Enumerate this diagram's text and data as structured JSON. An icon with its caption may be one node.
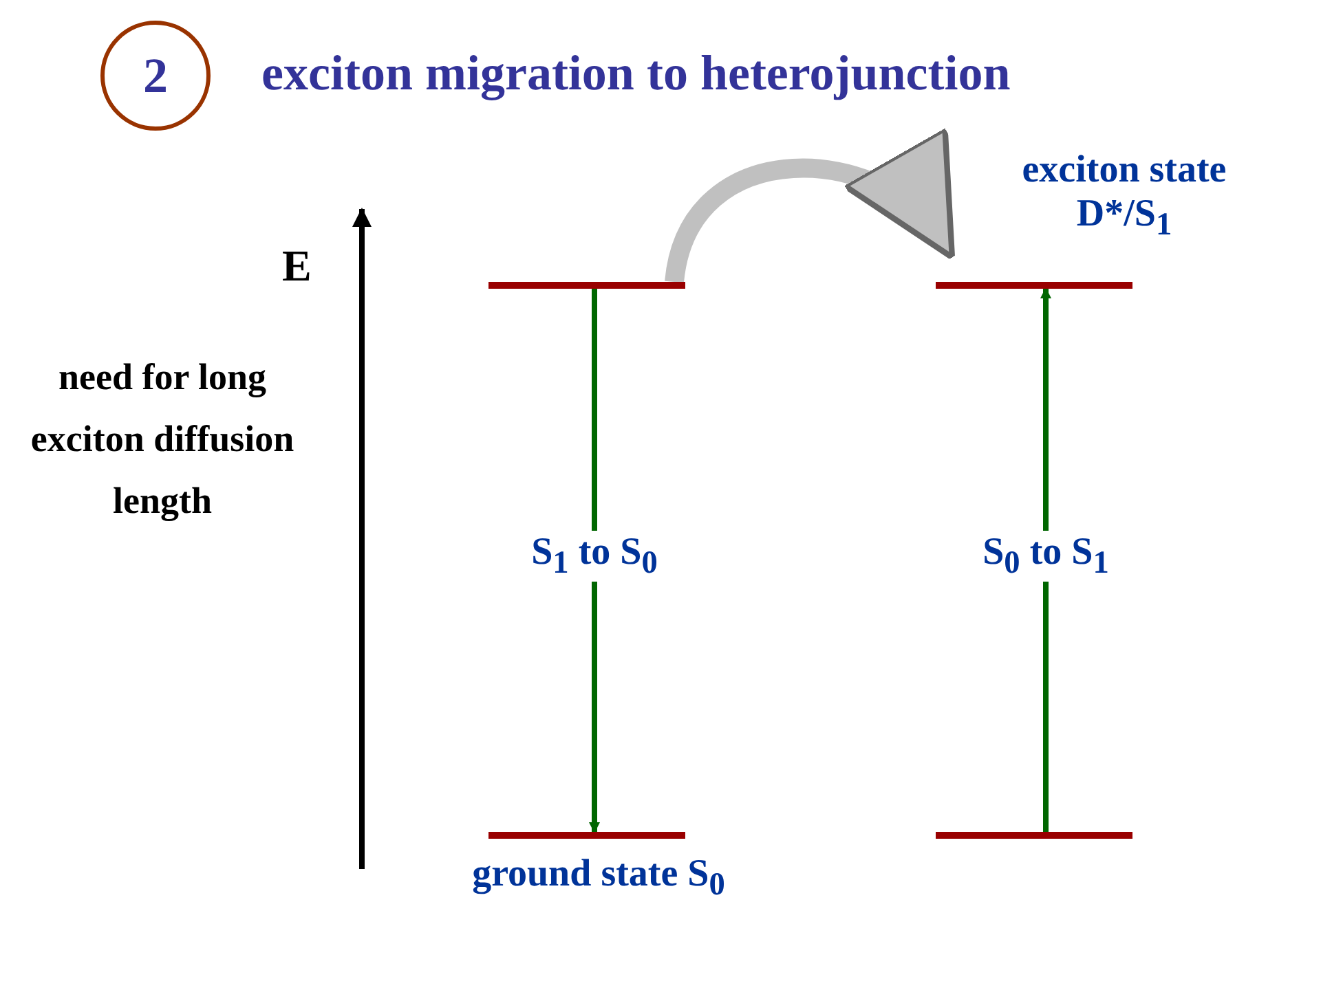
{
  "diagram": {
    "title": "exciton migration to heterojunction",
    "nodes": [
      {
        "text": [
          "2"
        ]
      },
      {
        "text": [],
        "shape": "bar"
      },
      {
        "text": [],
        "shape": "bar",
        "beside": [
          "exciton state D*/S$_{1}$"
        ]
      },
      {
        "text": [],
        "shape": "bar",
        "beside": [
          "ground state S$_{0}$"
        ]
      },
      {
        "text": [],
        "shape": "bar"
      }
    ],
    "edges": [
      {
        "from": 1,
        "to": 2,
        "arrow": "to",
        "style": "thick",
        "color": "#c0c0c0"
      },
      {
        "from": 1,
        "to": 3,
        "arrow": "to",
        "label": "S$_{1}$ to S$_{0}$"
      },
      {
        "from": 4,
        "to": 2,
        "arrow": "to",
        "label": "S$_{0}$ to S$_{1}$"
      }
    ],
    "labels": [
      "E",
      "need for long exciton diffusion length"
    ]
  }
}
